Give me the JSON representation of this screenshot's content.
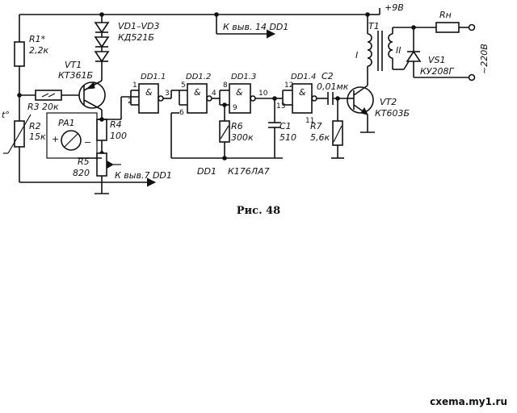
{
  "labels": {
    "supply": "+9В",
    "r1": "R1*",
    "r1_val": "2,2к",
    "vt1": "VT1",
    "vt1_type": "КТ361Б",
    "r3": "R3",
    "r3_val": "20к",
    "t": "t°",
    "r2": "R2",
    "r2_val": "15к",
    "pa1": "PA1",
    "plus": "+",
    "minus": "−",
    "r4": "R4",
    "r4_val": "100",
    "r5": "R5",
    "r5_val": "820",
    "to_pin7": "К выв.7 DD1",
    "vd": "VD1–VD3",
    "vd_type": "КД521Б",
    "to_pin14": "К выв. 14 DD1",
    "dd11": "DD1.1",
    "dd12": "DD1.2",
    "dd13": "DD1.3",
    "dd14": "DD1.4",
    "gate_and": "&",
    "p1": "1",
    "p2": "2",
    "p3": "3",
    "p4": "4",
    "p5": "5",
    "p6": "6",
    "p8": "8",
    "p9": "9",
    "p10": "10",
    "p11": "11",
    "p12": "12",
    "p13": "13",
    "r6": "R6",
    "r6_val": "300к",
    "c1": "C1",
    "c1_val": "510",
    "dd1": "DD1",
    "dd1_type": "К176ЛА7",
    "c2": "C2",
    "c2_val": "0,01мк",
    "r7": "R7",
    "r7_val": "5,6к",
    "vt2": "VT2",
    "vt2_type": "КТ603Б",
    "t1": "T1",
    "wind1": "I",
    "wind2": "II",
    "rn": "Rн",
    "vs1": "VS1",
    "vs1_type": "КУ208Г",
    "mains": "~220В"
  },
  "caption": "Рис. 48",
  "watermark": "cxema.my1.ru"
}
